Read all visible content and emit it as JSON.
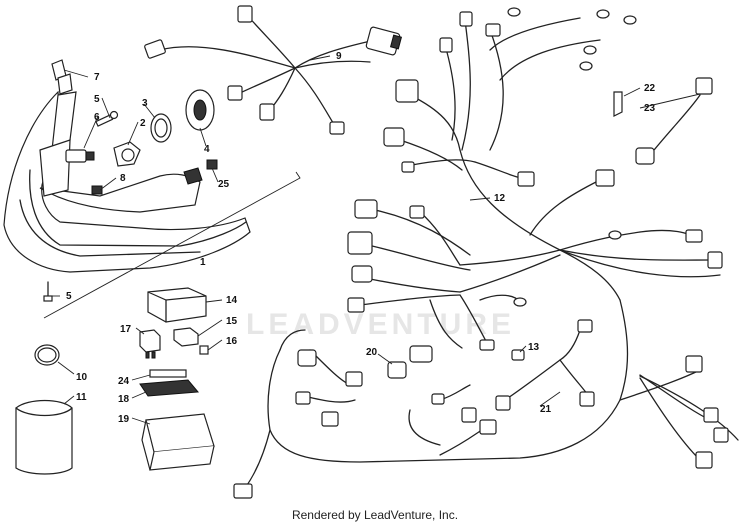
{
  "watermark": "LEADVENTURE",
  "footer": "Rendered by LeadVenture, Inc.",
  "callouts": {
    "c1": "1",
    "c2": "2",
    "c3": "3",
    "c4": "4",
    "c5a": "5",
    "c5b": "5",
    "c6": "6",
    "c7": "7",
    "c8": "8",
    "c9": "9",
    "c10": "10",
    "c11": "11",
    "c12": "12",
    "c13": "13",
    "c14": "14",
    "c15": "15",
    "c16": "16",
    "c17": "17",
    "c18": "18",
    "c19": "19",
    "c20": "20",
    "c21": "21",
    "c22": "22",
    "c23": "23",
    "c24": "24",
    "c25": "25"
  }
}
